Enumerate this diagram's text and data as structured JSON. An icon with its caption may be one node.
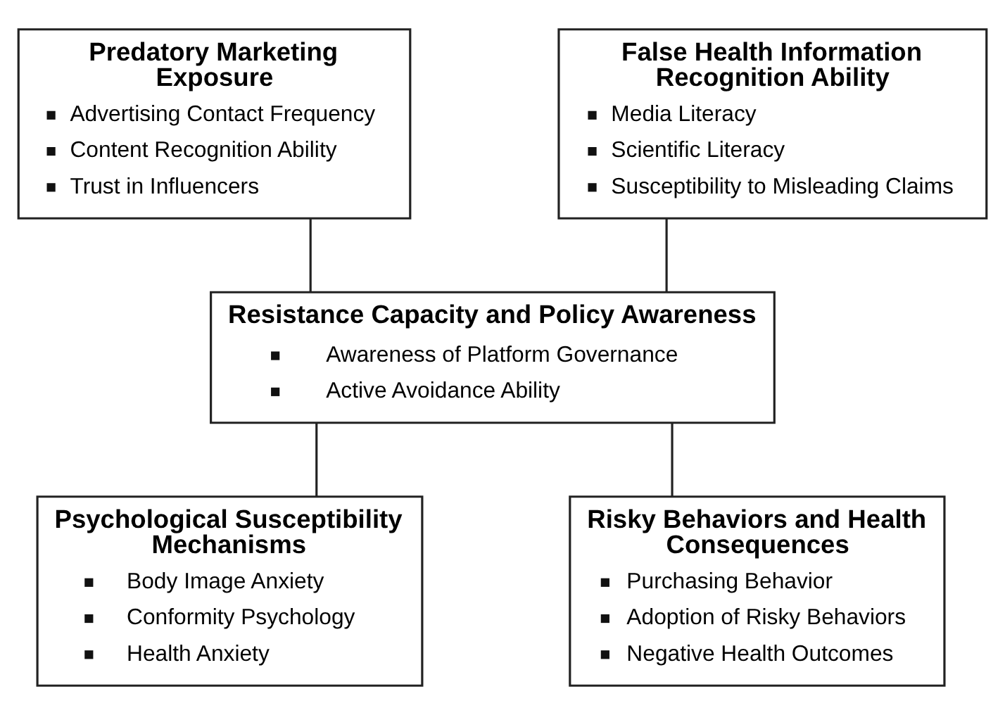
{
  "diagram": {
    "nodes": [
      {
        "text": [
          "Predatory Marketing Exposure",
          "Advertising Contact Frequency",
          "Content Recognition Ability",
          "Trust in Influencers"
        ]
      },
      {
        "text": [
          "False Health Information Recognition Ability",
          "Media Literacy",
          "Scientific Literacy",
          "Susceptibility to Misleading Claims"
        ]
      },
      {
        "text": [
          "Resistance Capacity and Policy Awareness",
          "Awareness of Platform Governance",
          "Active Avoidance Ability"
        ]
      },
      {
        "text": [
          "Psychological Susceptibility Mechanisms",
          "Body Image Anxiety",
          "Conformity Psychology",
          "Health Anxiety"
        ]
      },
      {
        "text": [
          "Risky Behaviors and Health Consequences",
          "Purchasing Behavior",
          "Adoption of Risky Behaviors",
          "Negative Health Outcomes"
        ]
      }
    ],
    "edges": [
      {
        "from": 0,
        "to": 2,
        "arrow": "none"
      },
      {
        "from": 1,
        "to": 2,
        "arrow": "none"
      },
      {
        "from": 2,
        "to": 3,
        "arrow": "none"
      },
      {
        "from": 2,
        "to": 4,
        "arrow": "none"
      }
    ]
  }
}
